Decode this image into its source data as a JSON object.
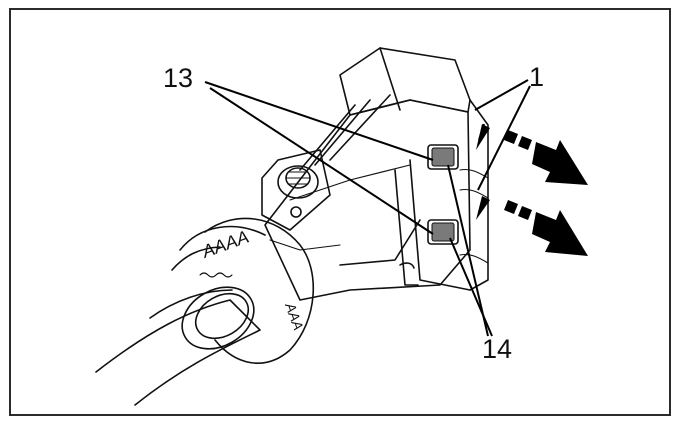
{
  "callouts": {
    "c13": "13",
    "c1": "1",
    "c14": "14"
  },
  "colors": {
    "line": "#111111",
    "button_fill": "#7a7a7a",
    "arrow": "#000000",
    "background": "#ffffff"
  }
}
